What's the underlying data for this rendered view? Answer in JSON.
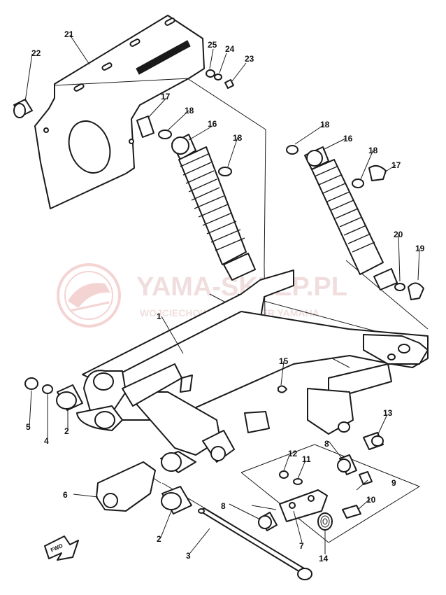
{
  "diagram": {
    "callouts": [
      "1",
      "2",
      "2",
      "3",
      "4",
      "5",
      "6",
      "7",
      "8",
      "8",
      "9",
      "10",
      "11",
      "12",
      "13",
      "14",
      "15",
      "16",
      "16",
      "17",
      "17",
      "18",
      "18",
      "18",
      "18",
      "19",
      "20",
      "21",
      "22",
      "23",
      "24",
      "25"
    ]
  },
  "watermark": {
    "title": "YAMA-SKLEP.PL",
    "subtitle": "WOJCIECHOWSKI - DEALER YAMAHA",
    "color": "#e8a0a0"
  },
  "fwd_label": "FWD",
  "colors": {
    "ink": "#1a1a1a",
    "paper": "#ffffff"
  }
}
